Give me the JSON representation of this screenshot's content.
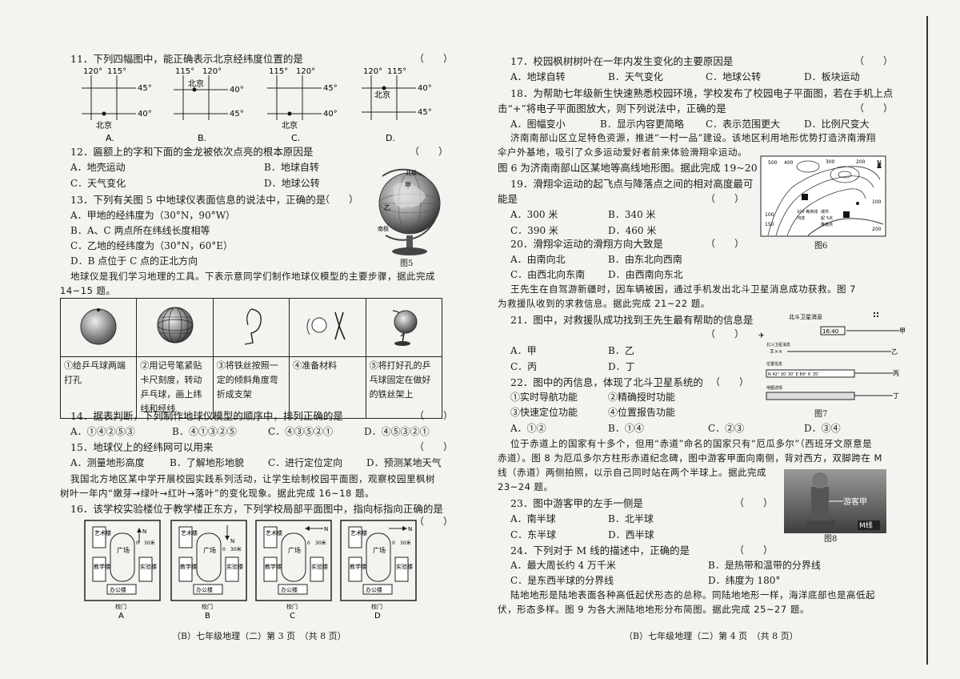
{
  "left": {
    "q11": {
      "text": "11．下列四幅图中，能正确表示北京经纬度位置的是",
      "paren": "（　　）",
      "maps": [
        {
          "label": "A.",
          "top_lons": [
            "120°",
            "115°"
          ],
          "lats": [
            "45°",
            "40°"
          ],
          "city": "北京"
        },
        {
          "label": "B.",
          "top_lons": [
            "115°",
            "120°"
          ],
          "lats": [
            "40°",
            "45°"
          ],
          "city": "北京"
        },
        {
          "label": "C.",
          "top_lons": [
            "115°",
            "120°"
          ],
          "lats": [
            "45°",
            "40°"
          ],
          "city": "北京"
        },
        {
          "label": "D.",
          "top_lons": [
            "120°",
            "115°"
          ],
          "lats": [
            "40°",
            "45°"
          ],
          "city": "北京"
        }
      ]
    },
    "q12": {
      "text": "12．匾额上的字和下面的金龙被依次点亮的根本原因是",
      "paren": "（　　）",
      "a": "A．地壳运动",
      "b": "B．地球自转",
      "c": "C．天气变化",
      "d": "D．地球公转"
    },
    "q13": {
      "text": "13．下列有关图 5 中地球仪表面信息的说法中，正确的是",
      "paren": "（　　）",
      "a": "A．甲地的经纬度为（30°N，90°W）",
      "b": "B．A、C 两点所在纬线长度相等",
      "c": "C．乙地的经纬度为（30°N，60°E）",
      "d": "D．B 点位于 C 点的正北方向",
      "fig_caption": "图5",
      "globe_labels": {
        "north": "北极",
        "south": "南极",
        "jia": "甲",
        "yi": "乙"
      }
    },
    "intro14": {
      "line1": "地球仪是我们学习地理的工具。下表示意同学们制作地球仪模型的主要步骤，据此完成",
      "line2": "14~15 题。"
    },
    "steps": [
      "①给乒乓球两端打孔",
      "②用记号笔紧贴卡尺刻度，转动乒乓球，画上纬线和经线",
      "③将铁丝按照一定的倾斜角度弯折成支架",
      "④准备材料",
      "⑤将打好孔的乒乓球固定在做好的铁丝架上"
    ],
    "q14": {
      "text": "14．据表判断，下列制作地球仪模型的顺序中，排列正确的是",
      "paren": "（　　）",
      "a": "A．①④②⑤③",
      "b": "B．④①③②⑤",
      "c": "C．④③⑤②①",
      "d": "D．④⑤③②①"
    },
    "q15": {
      "text": "15．地球仪上的经纬网可以用来",
      "paren": "（　　）",
      "a": "A．测量地形高度",
      "b": "B．了解地形地貌",
      "c": "C．进行定位定向",
      "d": "D．预测某地天气"
    },
    "intro16": {
      "line1": "我国北方地区某中学开展校园实践系列活动，让学生绘制校园平面图，观察校园里枫树",
      "line2": "树叶一年内“嫩芽→绿叶→红叶→落叶”的变化现象。据此完成 16~18 题。"
    },
    "q16": {
      "text": "16．该学校实验楼位于教学楼正东方，下列学校局部平面图中，指向标指向正确的是",
      "paren": "（　　）",
      "plan": {
        "art": "艺术楼",
        "field": "广场",
        "teach": "教学楼",
        "lab": "实验楼",
        "office": "办公楼",
        "gate": "校门",
        "scale_zero": "0",
        "scale": "30米",
        "north": "N"
      },
      "labels": [
        "A",
        "B",
        "C",
        "D"
      ]
    },
    "footer": "（B）七年级地理（二）第 3 页　（共 8 页）"
  },
  "right": {
    "q17": {
      "text": "17．校园枫树树叶在一年内发生变化的主要原因是",
      "paren": "（　　）",
      "a": "A．地球自转",
      "b": "B．天气变化",
      "c": "C．地球公转",
      "d": "D．板块运动"
    },
    "q18": {
      "line1": "18．为帮助七年级新生快速熟悉校园环境，学校发布了校园电子平面图，若在手机上点",
      "line2": "击“+”将电子平面图放大，则下列说法中，正确的是",
      "paren": "（　　）",
      "a": "A．图幅变小",
      "b": "B．显示内容更简略",
      "c": "C．表示范围更大",
      "d": "D．比例尺变大"
    },
    "intro19": {
      "line1": "济南南部山区立足特色资源，推进“一村一品”建设。该地区利用地形优势打造济南滑翔",
      "line2": "伞户外基地，吸引了众多运动爱好者前来体验滑翔伞运动。",
      "line3": "图 6 为济南南部山区某地等高线地形图。据此完成 19~20 题。"
    },
    "q19": {
      "line1": "19．滑翔伞运动的起飞点与降落点之间的相对高度最可",
      "line2": "能是",
      "paren": "（　　）",
      "a": "A．300 米",
      "b": "B．340 米",
      "c": "C．390 米",
      "d": "D．460 米"
    },
    "fig6": {
      "caption": "图6",
      "contours": [
        "500",
        "400",
        "300",
        "200",
        "100",
        "100",
        "150",
        "200"
      ],
      "legend": [
        "100 等高线",
        "河流",
        "城市",
        "起飞点",
        "降落点"
      ],
      "north": "N"
    },
    "q20": {
      "text": "20．滑翔伞运动的滑翔方向大致是",
      "paren": "（　　）",
      "a": "A．由南向北",
      "b": "B．由东北向西南",
      "c": "C．由西北向东南",
      "d": "D．由西南向东北"
    },
    "intro21": {
      "line1": "王先生在自驾游新疆时，因车辆被困，通过手机发出北斗卫星消息成功获救。图 7",
      "line2": "为救援队收到的求救信息。据此完成 21~22 题。"
    },
    "q21": {
      "text": "21．图中，对救援队成功找到王先生最有帮助的信息是",
      "paren": "（　　）",
      "a": "A．甲",
      "b": "B．乙",
      "c": "C．丙",
      "d": "D．丁"
    },
    "fig7": {
      "caption": "图7",
      "title": "北斗卫星消息",
      "time": "16:40",
      "sender_label": "北斗卫星消息",
      "sender": "王××",
      "pos_label": "位置信息",
      "coords": "N 42° 30′ 30″  E 89° 6′ 35″",
      "map_label": "地图详情",
      "tags": [
        "甲",
        "乙",
        "丙",
        "丁"
      ]
    },
    "q22": {
      "text": "22．图中的丙信息，体现了北斗卫星系统的",
      "paren": "（　　）",
      "o1": "①实时导航功能",
      "o2": "②精确授时功能",
      "o3": "③快速定位功能",
      "o4": "④位置报告功能",
      "a": "A．①②",
      "b": "B．①④",
      "c": "C．②③",
      "d": "D．③④"
    },
    "intro23": {
      "line1": "位于赤道上的国家有十多个，但用“赤道”命名的国家只有“厄瓜多尔”（西班牙文原意是",
      "line2": "赤道）。图 8 为厄瓜多尔方柱形赤道纪念碑，图中游客甲面向南侧，背对西方，双脚跨在 M",
      "line3": "线（赤道）两侧拍照，以示自己同时站在两个半球上。据此完成",
      "line4": "23~24 题。"
    },
    "fig8": {
      "caption": "图8",
      "tourist": "游客甲",
      "line": "M线"
    },
    "q23": {
      "text": "23．图中游客甲的左手一侧是",
      "paren": "（　　）",
      "a": "A．南半球",
      "b": "B．北半球",
      "c": "C．东半球",
      "d": "D．西半球"
    },
    "q24": {
      "text": "24．下列对于 M 线的描述中，正确的是",
      "paren": "（　　）",
      "a": "A．最大周长约 4 万千米",
      "b": "B．是热带和温带的分界线",
      "c": "C．是东西半球的分界线",
      "d": "D．纬度为 180°"
    },
    "intro25": {
      "line1": "陆地地形是陆地表面各种高低起伏形态的总称。同陆地地形一样，海洋底部也是高低起",
      "line2": "伏，形态多样。图 9 为各大洲陆地地形分布简图。据此完成 25~27 题。"
    },
    "footer": "（B）七年级地理（二）第 4 页　（共 8 页）"
  }
}
